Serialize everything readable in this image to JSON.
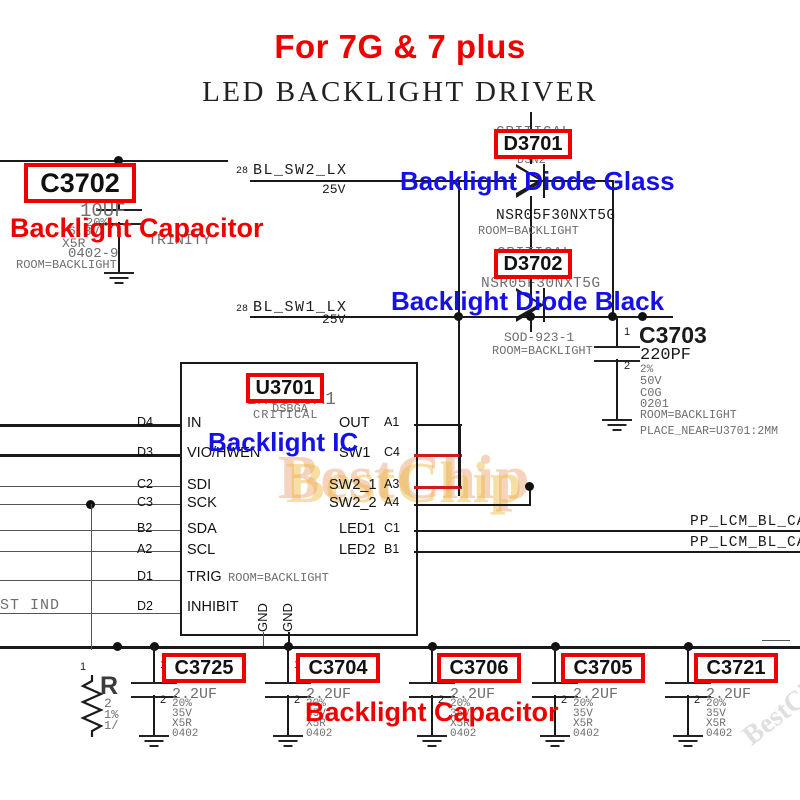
{
  "header": {
    "title_red": "For 7G & 7 plus",
    "title_sub": "LED BACKLIGHT DRIVER"
  },
  "watermark": {
    "main": "BestChip",
    "corner": "BestChip"
  },
  "annotations": {
    "backlight_capacitor_top": "Backlight Capacitor",
    "backlight_capacitor_bottom": "Backlight Capacitor",
    "backlight_diode_glass": "Backlight Diode Glass",
    "backlight_diode_black": "Backlight Diode Black",
    "backlight_ic": "Backlight IC",
    "boxes": {
      "c3702": "C3702",
      "d3701": "D3701",
      "d3702": "D3702",
      "u3701": "U3701",
      "c3725": "C3725",
      "c3704": "C3704",
      "c3706": "C3706",
      "c3705": "C3705",
      "c3721": "C3721"
    },
    "accent_red": "#ee0000",
    "accent_blue": "#1510e8"
  },
  "components": {
    "c3702": {
      "ref": "C3702",
      "pin1": "1",
      "pin2": "2",
      "value": "10UF",
      "tol": "20%",
      "volt": "6.3V",
      "dielectric": "X5R",
      "pkg": "0402-9",
      "room": "ROOM=BACKLIGHT",
      "note": "TRINITY"
    },
    "d3701": {
      "ref": "D3701",
      "critical": "CRITICAL",
      "pkg_top": "DSN2",
      "part": "NSR05F30NXT5G",
      "room": "ROOM=BACKLIGHT"
    },
    "d3702": {
      "ref": "D3702",
      "critical": "CRITICAL",
      "part": "NSR05F30NXT5G",
      "pkg": "SOD-923-1",
      "room": "ROOM=BACKLIGHT"
    },
    "c3703": {
      "ref": "C3703",
      "pin1": "1",
      "pin2": "2",
      "value": "220PF",
      "tol": "2%",
      "volt": "50V",
      "dielectric": "C0G",
      "pkg": "0201",
      "room": "ROOM=BACKLIGHT",
      "place": "PLACE_NEAR=U3701:2MM"
    },
    "u3701": {
      "ref": "U3701",
      "part": "LM3539A1",
      "critical": "CRITICAL",
      "pkg": "DSBGA",
      "room": "ROOM=BACKLIGHT",
      "pins_left": [
        {
          "num": "D4",
          "name": "IN"
        },
        {
          "num": "D3",
          "name": "VIO/HWEN"
        },
        {
          "num": "C2",
          "name": "SDI"
        },
        {
          "num": "C3",
          "name": "SCK"
        },
        {
          "num": "B2",
          "name": "SDA"
        },
        {
          "num": "A2",
          "name": "SCL"
        },
        {
          "num": "D1",
          "name": "TRIG"
        },
        {
          "num": "D2",
          "name": "INHIBIT"
        }
      ],
      "pins_right": [
        {
          "name": "OUT",
          "num": "A1"
        },
        {
          "name": "SW1",
          "num": "C4"
        },
        {
          "name": "SW2_1",
          "num": "A3"
        },
        {
          "name": "SW2_2",
          "num": "A4"
        },
        {
          "name": "LED1",
          "num": "C1"
        },
        {
          "name": "LED2",
          "num": "B1"
        }
      ],
      "pins_bottom": [
        "GND",
        "GND"
      ]
    },
    "bottom_caps": [
      {
        "ref": "C3725",
        "pin1": "1",
        "pin2": "2",
        "value": "2.2UF",
        "tol": "20%",
        "volt": "35V",
        "dielectric": "X5R",
        "pkg": "0402"
      },
      {
        "ref": "C3704",
        "pin1": "1",
        "pin2": "2",
        "value": "2.2UF",
        "tol": "20%",
        "volt": "35V",
        "dielectric": "X5R",
        "pkg": "0402"
      },
      {
        "ref": "C3706",
        "pin1": "1",
        "pin2": "2",
        "value": "2.2UF",
        "tol": "20%",
        "volt": "35V",
        "dielectric": "X5R",
        "pkg": "0402"
      },
      {
        "ref": "C3705",
        "pin1": "1",
        "pin2": "2",
        "value": "2.2UF",
        "tol": "20%",
        "volt": "35V",
        "dielectric": "X5R",
        "pkg": "0402"
      },
      {
        "ref": "C3721",
        "pin1": "1",
        "pin2": "2",
        "value": "2.2UF",
        "tol": "20%",
        "volt": "35V",
        "dielectric": "X5R",
        "pkg": "0402"
      }
    ],
    "resistor_left": {
      "pin1": "1",
      "ref": "R",
      "l1": "2",
      "l2": "1%",
      "l3": "1/"
    }
  },
  "nets": {
    "bl_sw2_lx": {
      "sheet": "28",
      "name": "BL_SW2_LX",
      "volt": "25V"
    },
    "bl_sw1_lx": {
      "sheet": "28",
      "name": "BL_SW1_LX",
      "volt": "25V"
    },
    "pp_lcm_bl_ca_1": "PP_LCM_BL_CA",
    "pp_lcm_bl_ca_2": "PP_LCM_BL_CA",
    "st_ind": "ST IND"
  }
}
